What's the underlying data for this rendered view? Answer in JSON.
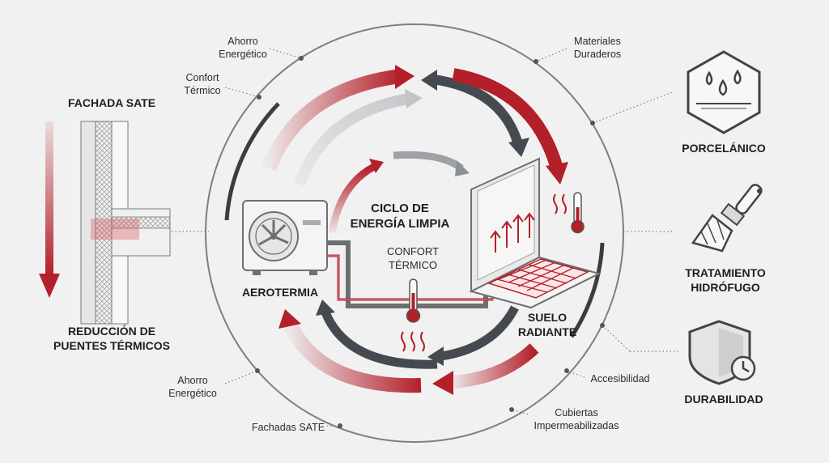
{
  "colors": {
    "accent": "#b3202a",
    "dark": "#3f444a",
    "mid": "#8d9096",
    "light": "#c6c8cb",
    "background": "#f1f1f1"
  },
  "center": {
    "title_line1": "CICLO DE",
    "title_line2": "ENERGÍA LIMPIA",
    "comfort_line1": "CONFORT",
    "comfort_line2": "TÉRMICO",
    "aerotermia": "AEROTERMIA",
    "suelo_line1": "SUELO",
    "suelo_line2": "RADIANTE"
  },
  "left_panel": {
    "title": "FACHADA SATE",
    "caption_line1": "REDUCCIÓN DE",
    "caption_line2": "PUENTES TÉRMICOS"
  },
  "ring_labels": {
    "ahorro_top_1": "Ahorro",
    "ahorro_top_2": "Energético",
    "confort_1": "Confort",
    "confort_2": "Térmico",
    "materiales_1": "Materiales",
    "materiales_2": "Duraderos",
    "ahorro_bottom_1": "Ahorro",
    "ahorro_bottom_2": "Energético",
    "fachadas": "Fachadas SATE",
    "accesibilidad": "Accesibilidad",
    "cubiertas_1": "Cubiertas",
    "cubiertas_2": "Impermeabilizadas"
  },
  "right_panel": {
    "porcelanico": "PORCELÁNICO",
    "tratamiento_1": "TRATAMIENTO",
    "tratamiento_2": "HIDRÓFUGO",
    "durabilidad": "DURABILIDAD"
  },
  "icons": {
    "water_drops": "water-drops-icon",
    "paint_brush": "paint-brush-icon",
    "shield_clock": "shield-clock-icon",
    "heat_pump": "heat-pump-icon",
    "thermometer": "thermometer-icon",
    "heat_waves": "heat-waves-icon"
  }
}
